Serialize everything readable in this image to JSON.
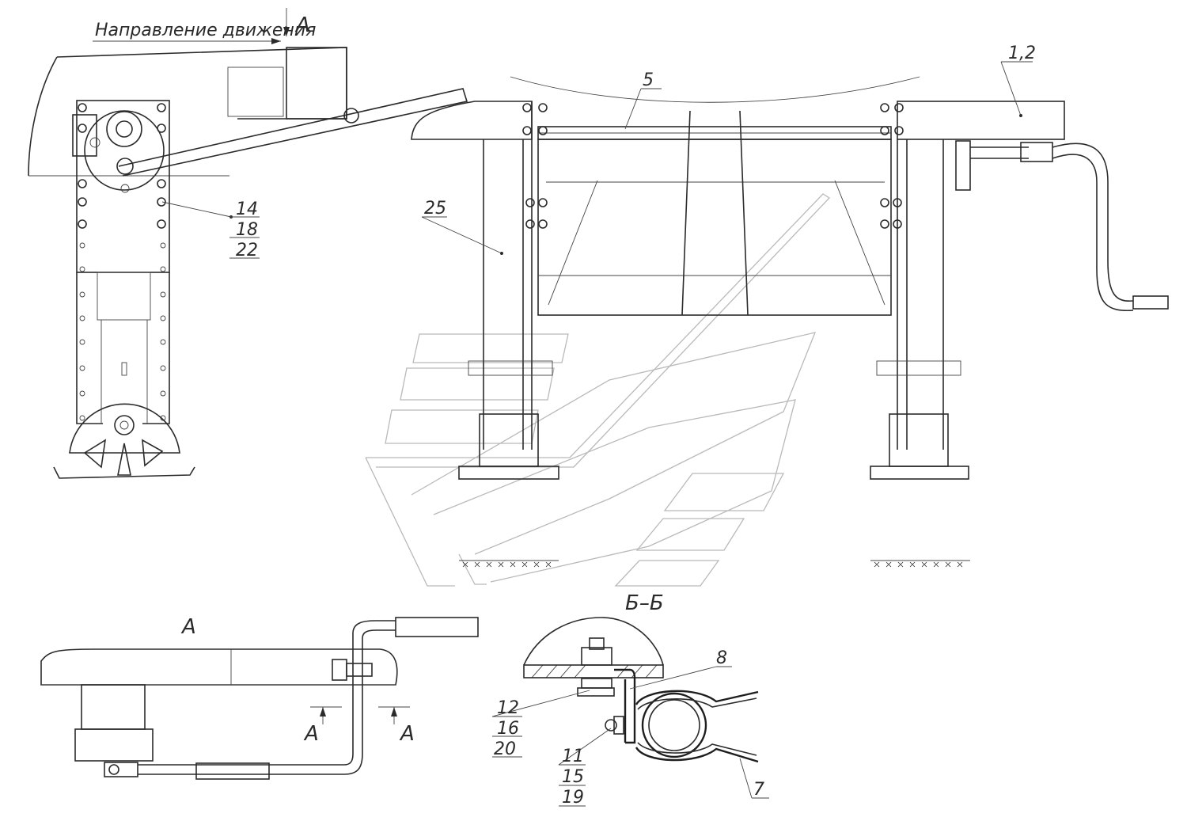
{
  "header": {
    "direction_text": "Направление движения",
    "view_marker": "A"
  },
  "callouts": {
    "main_view": [
      "14",
      "18",
      "22"
    ],
    "part_25": "25",
    "part_5": "5",
    "part_1_2": "1,2",
    "bracket_upper": [
      "12",
      "16",
      "20"
    ],
    "bracket_lower": [
      "11",
      "15",
      "19"
    ],
    "part_8": "8",
    "part_7": "7"
  },
  "views": {
    "view_a_title": "A",
    "section_bb_title": "Б–Б",
    "section_mark_left": "A",
    "section_mark_right": "A"
  },
  "colors": {
    "line": "#2b2b2b",
    "watermark": "#b9b9b9",
    "background": "#ffffff"
  }
}
